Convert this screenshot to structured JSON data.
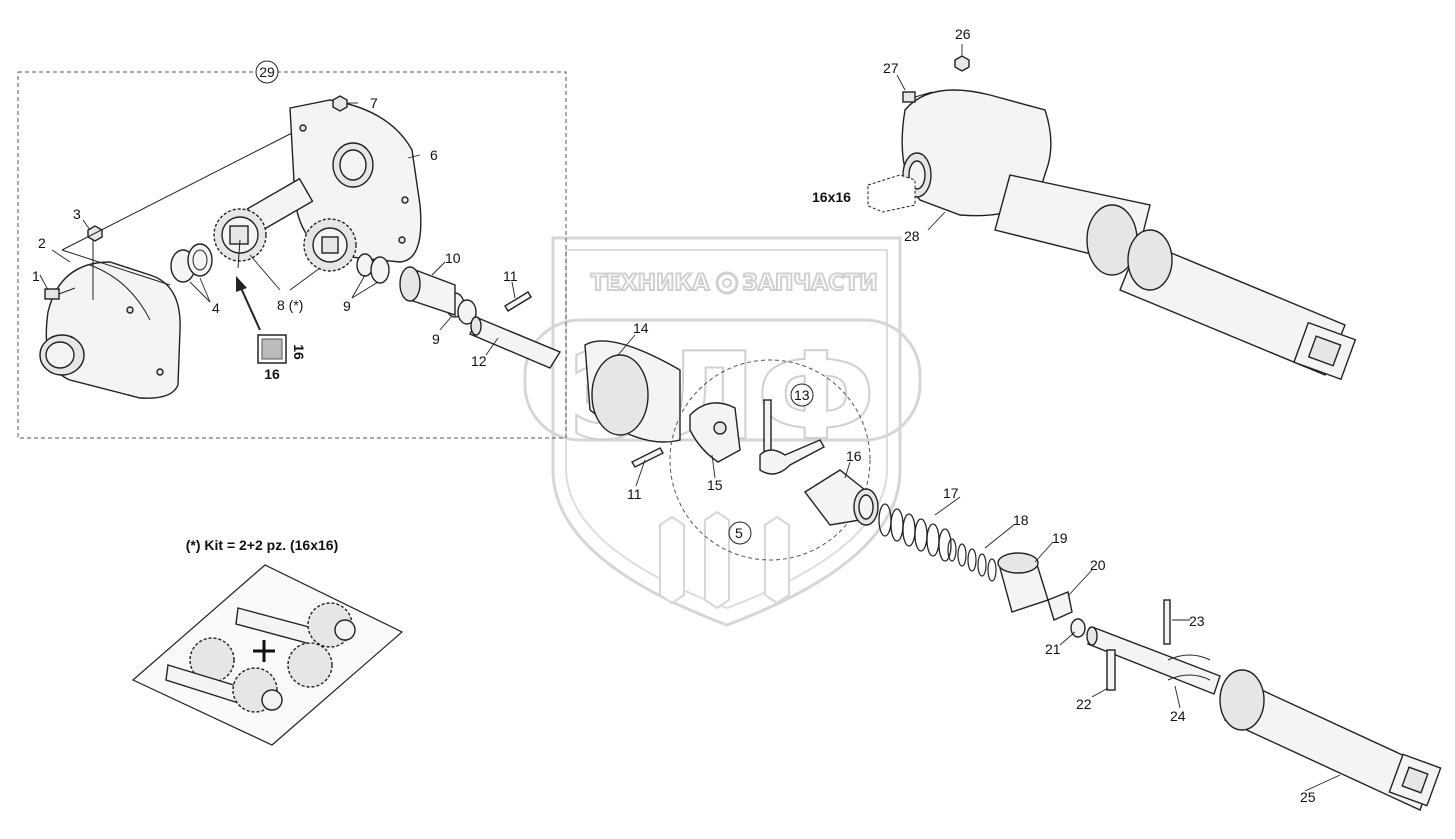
{
  "watermark": {
    "line1_left": "ТЕХНИКА",
    "line1_right": "ЗАПЧАСТИ",
    "big": "ЭЛФ"
  },
  "kit": {
    "caption": "(*) Kit = 2+2 pz. (16x16)"
  },
  "labels": {
    "l1": "1",
    "l2": "2",
    "l3": "3",
    "l4": "4",
    "l5": "5",
    "l6": "6",
    "l7": "7",
    "l8": "8 (*)",
    "l9a": "9",
    "l9b": "9",
    "l10": "10",
    "l11a": "11",
    "l11b": "11",
    "l12": "12",
    "l13": "13",
    "l14": "14",
    "l15": "15",
    "l16": "16",
    "l17": "17",
    "l18": "18",
    "l19": "19",
    "l20": "20",
    "l21": "21",
    "l22": "22",
    "l23": "23",
    "l24": "24",
    "l25": "25",
    "l26": "26",
    "l27": "27",
    "l28": "28",
    "l29": "29",
    "key_a": "16",
    "key_b": "16",
    "key_top": "16x16"
  }
}
